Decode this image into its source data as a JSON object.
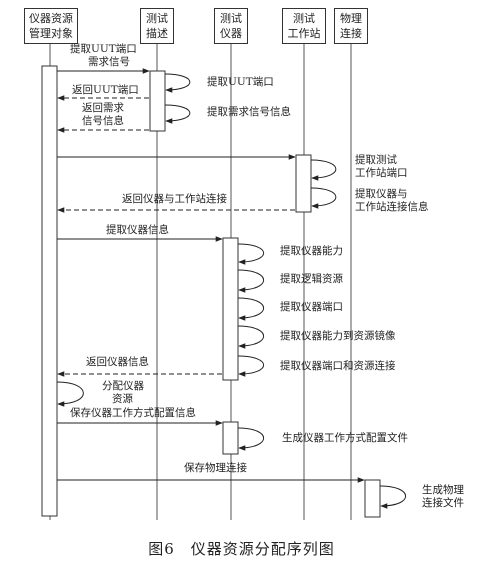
{
  "participants": [
    {
      "key": "irm",
      "line1": "仪器资源",
      "line2": "管理对象"
    },
    {
      "key": "desc",
      "line1": "测试",
      "line2": "描述"
    },
    {
      "key": "inst",
      "line1": "测试",
      "line2": "仪器"
    },
    {
      "key": "ws",
      "line1": "测试",
      "line2": "工作站"
    },
    {
      "key": "phys",
      "line1": "物理",
      "line2": "连接"
    }
  ],
  "messages": {
    "m1": [
      "提取UUT端口",
      "需求信号"
    ],
    "m2": [
      "提取UUT端口"
    ],
    "m3": [
      "返回UUT端口"
    ],
    "m4": [
      "提取需求信号信息"
    ],
    "m5": [
      "返回需求",
      "信号信息"
    ],
    "m6": [
      "提取测试",
      "工作站端口"
    ],
    "m7": [
      "提取仪器与",
      "工作站连接信息"
    ],
    "m8": [
      "返回仪器与工作站连接"
    ],
    "m9": [
      "提取仪器信息"
    ],
    "m10": [
      "提取仪器能力"
    ],
    "m11": [
      "提取逻辑资源"
    ],
    "m12": [
      "提取仪器端口"
    ],
    "m13": [
      "提取仪器能力到资源镜像"
    ],
    "m14": [
      "提取仪器端口和资源连接"
    ],
    "m15": [
      "返回仪器信息"
    ],
    "m16": [
      "分配仪器",
      "资源"
    ],
    "m17": [
      "保存仪器工作方式配置信息"
    ],
    "m18": [
      "生成仪器工作方式配置文件"
    ],
    "m19": [
      "保存物理连接"
    ],
    "m20": [
      "生成物理",
      "连接文件"
    ]
  },
  "caption": "图6　仪器资源分配序列图"
}
